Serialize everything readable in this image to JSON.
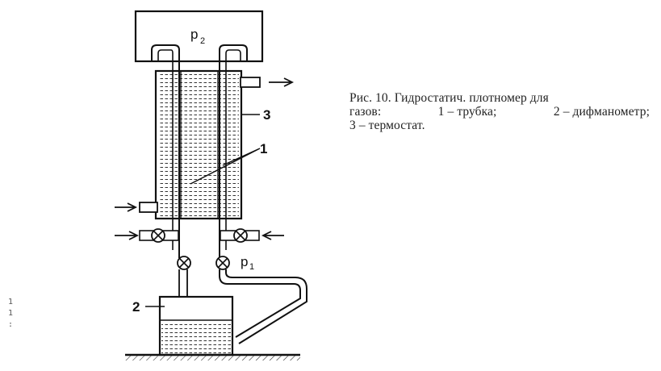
{
  "figure": {
    "labels": {
      "p2": "p",
      "p2_sub": "2",
      "p1": "p",
      "p1_sub": "1",
      "label_1": "1",
      "label_2": "2",
      "label_3": "3"
    },
    "caption": {
      "line1": "Рис. 10. Гидростатич. плотномер для",
      "line2_parts": [
        "газов:",
        "1 – трубка;",
        "2 – дифманометр;"
      ],
      "line3": "3 – термостат."
    },
    "margin_marks": [
      "1",
      "1",
      ":"
    ],
    "icons": [
      "valve-icon",
      "arrow-right-icon",
      "arrow-left-icon"
    ]
  }
}
